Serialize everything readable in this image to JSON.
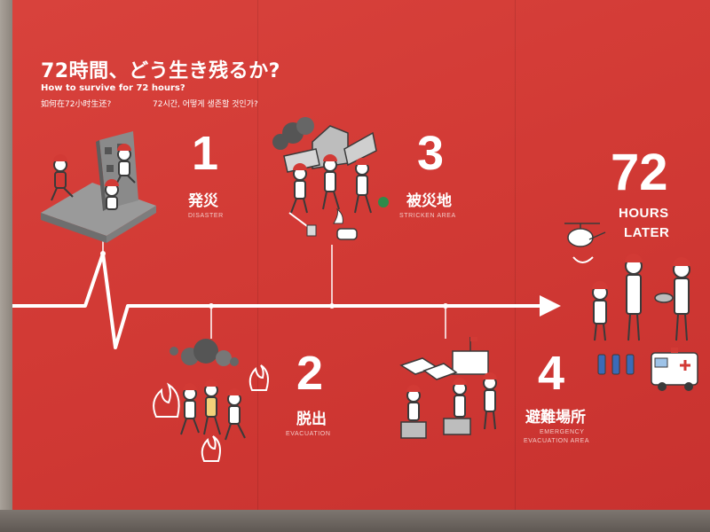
{
  "title": "72時間、どう生き残るか?",
  "subtitle_en": "How to survive for 72 hours?",
  "subtitle_zh": "如何在72小时生还?",
  "subtitle_ko": "72시간, 어떻게 생존할 것인가?",
  "stages": [
    {
      "number": "1",
      "name_jp": "発災",
      "name_en": "DISASTER"
    },
    {
      "number": "2",
      "name_jp": "脱出",
      "name_en": "EVACUATION"
    },
    {
      "number": "3",
      "name_jp": "被災地",
      "name_en": "STRICKEN AREA"
    },
    {
      "number": "4",
      "name_jp": "避難場所",
      "name_en_line1": "EMERGENCY",
      "name_en_line2": "EVACUATION AREA"
    }
  ],
  "end": {
    "number": "72",
    "line1": "HOURS",
    "line2": "LATER"
  },
  "colors": {
    "background": "#d23a35",
    "ink": "#ffffff",
    "gray": "#9a9a9a",
    "dark": "#3a3a3a"
  }
}
